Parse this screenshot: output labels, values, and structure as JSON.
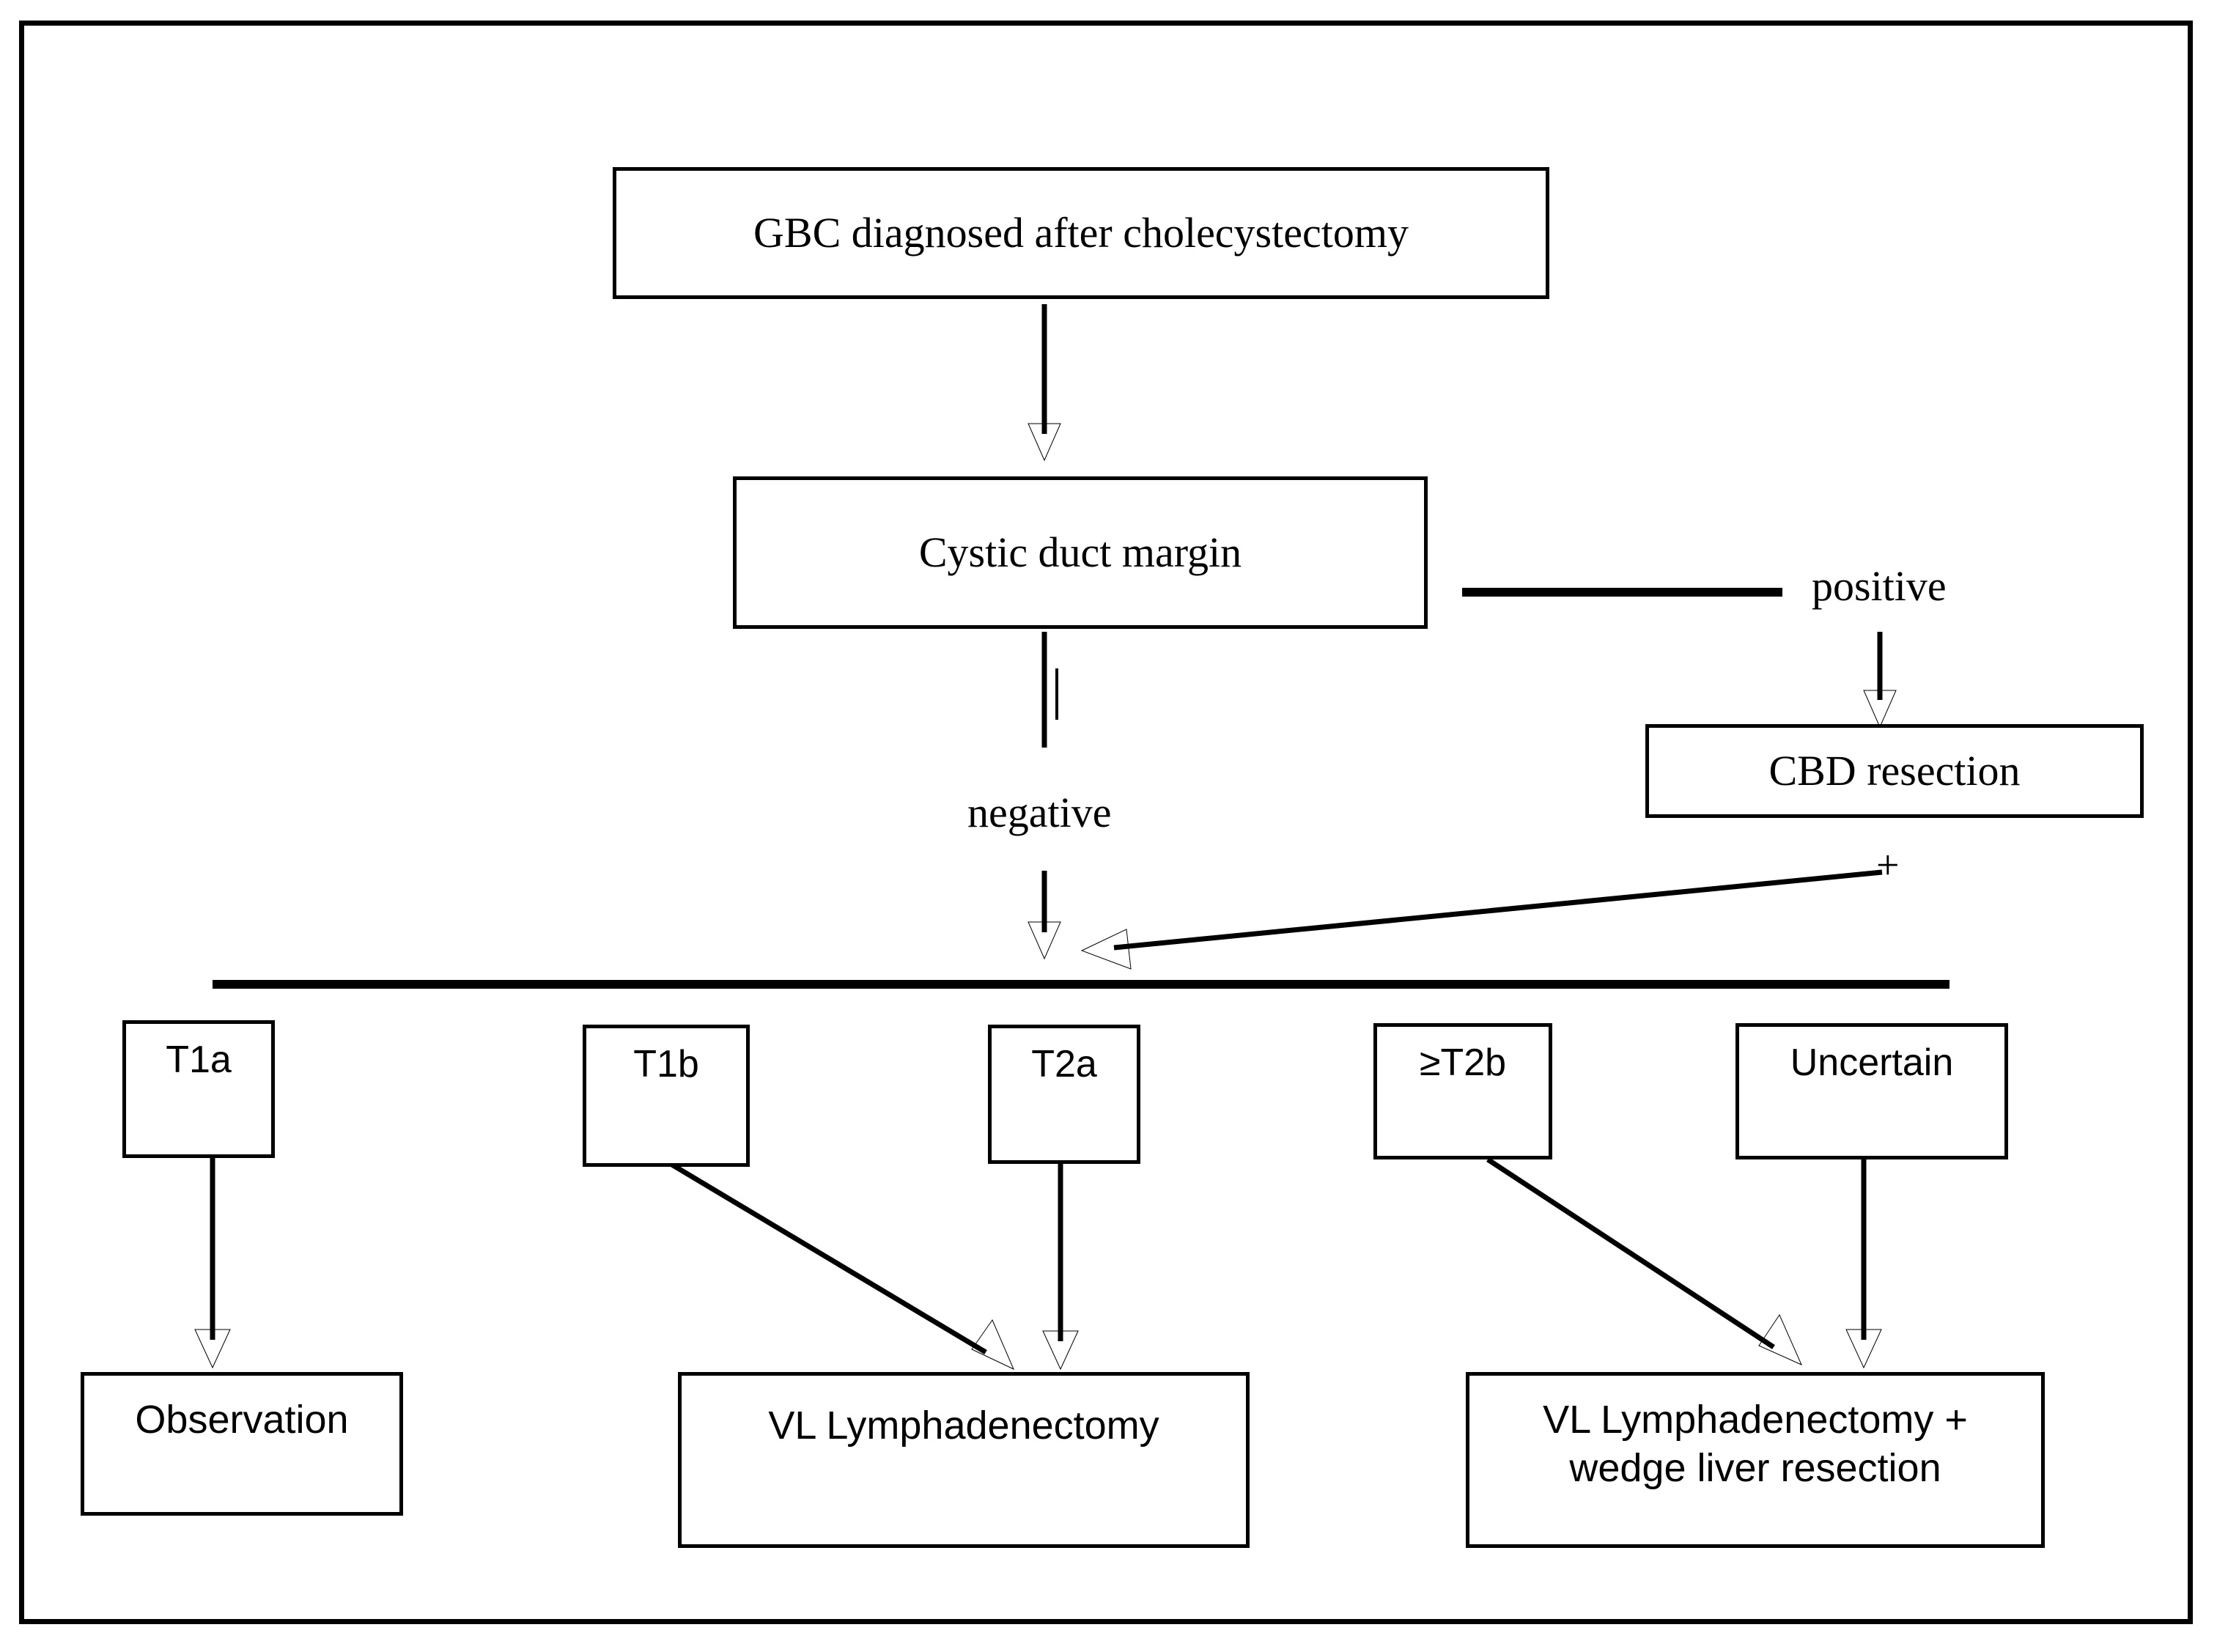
{
  "diagram": {
    "title_node": "GBC diagnosed after cholecystectomy",
    "decision_node": "Cystic duct margin",
    "branch_labels": {
      "positive": "positive",
      "negative": "negative",
      "plus": "+"
    },
    "cbd_node": "CBD resection",
    "stages": [
      {
        "id": "t1a",
        "label": "T1a"
      },
      {
        "id": "t1b",
        "label": "T1b"
      },
      {
        "id": "t2a",
        "label": "T2a"
      },
      {
        "id": "t2b",
        "label": "≥T2b"
      },
      {
        "id": "unc",
        "label": "Uncertain"
      }
    ],
    "treatments": [
      {
        "id": "observation",
        "label": "Observation"
      },
      {
        "id": "vl-lymph",
        "label": "VL Lymphadenectomy"
      },
      {
        "id": "vl-lymph-wedge",
        "label": "VL Lymphadenectomy +\nwedge liver resection"
      }
    ],
    "colors": {
      "stroke": "#000000",
      "background": "#ffffff"
    }
  }
}
